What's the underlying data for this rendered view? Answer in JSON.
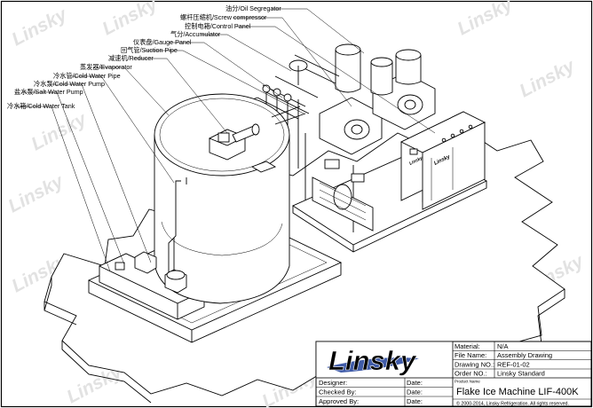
{
  "watermark": {
    "text": "Linsky",
    "color": "#dcdcdc"
  },
  "callouts": [
    {
      "id": "oil-segregator",
      "text": "油分/Oil Segregator"
    },
    {
      "id": "screw-compressor",
      "text": "螺杆压缩机/Screw compressor"
    },
    {
      "id": "control-panel",
      "text": "控制电箱/Control Panel"
    },
    {
      "id": "accumulator",
      "text": "气分/Accumulator"
    },
    {
      "id": "gauge-panel",
      "text": "仪表盘/Gauge Panel"
    },
    {
      "id": "suction-pipe",
      "text": "回气管/Suction Pipe"
    },
    {
      "id": "reducer",
      "text": "减速机/Reducer"
    },
    {
      "id": "evaporator",
      "text": "蒸发器/Evaporator"
    },
    {
      "id": "cold-water-pipe",
      "text": "冷水管/Cold Water Pipe"
    },
    {
      "id": "cold-water-pump",
      "text": "冷水泵/Cold Water Pump"
    },
    {
      "id": "salt-water-pump",
      "text": "盐水泵/Salt Water Pump"
    },
    {
      "id": "cold-water-tank",
      "text": "冷水箱/Cold Water Tank"
    }
  ],
  "machine_brand_marks": [
    "Linsky",
    "Linsky"
  ],
  "title_block": {
    "logo_text": "Linsky",
    "logo_color": "#1f3f9a",
    "material_label": "Material:",
    "material_value": "N/A",
    "file_name_label": "File Name:",
    "file_name_value": "Assembly Drawing",
    "drawing_no_label": "Drawing NO.:",
    "drawing_no_value": "REF-01-02",
    "order_no_label": "Order NO.:",
    "order_no_value": "Linsky Standard",
    "designer_label": "Designer:",
    "checked_by_label": "Checked By:",
    "approved_by_label": "Approved By:",
    "date_label": "Date:",
    "product_name_label": "Product Name",
    "product_name_value": "Flake Ice Machine LIF-400K",
    "copyright": "© 2000-2014, Linsky Refrigeration. All rights reserved."
  }
}
